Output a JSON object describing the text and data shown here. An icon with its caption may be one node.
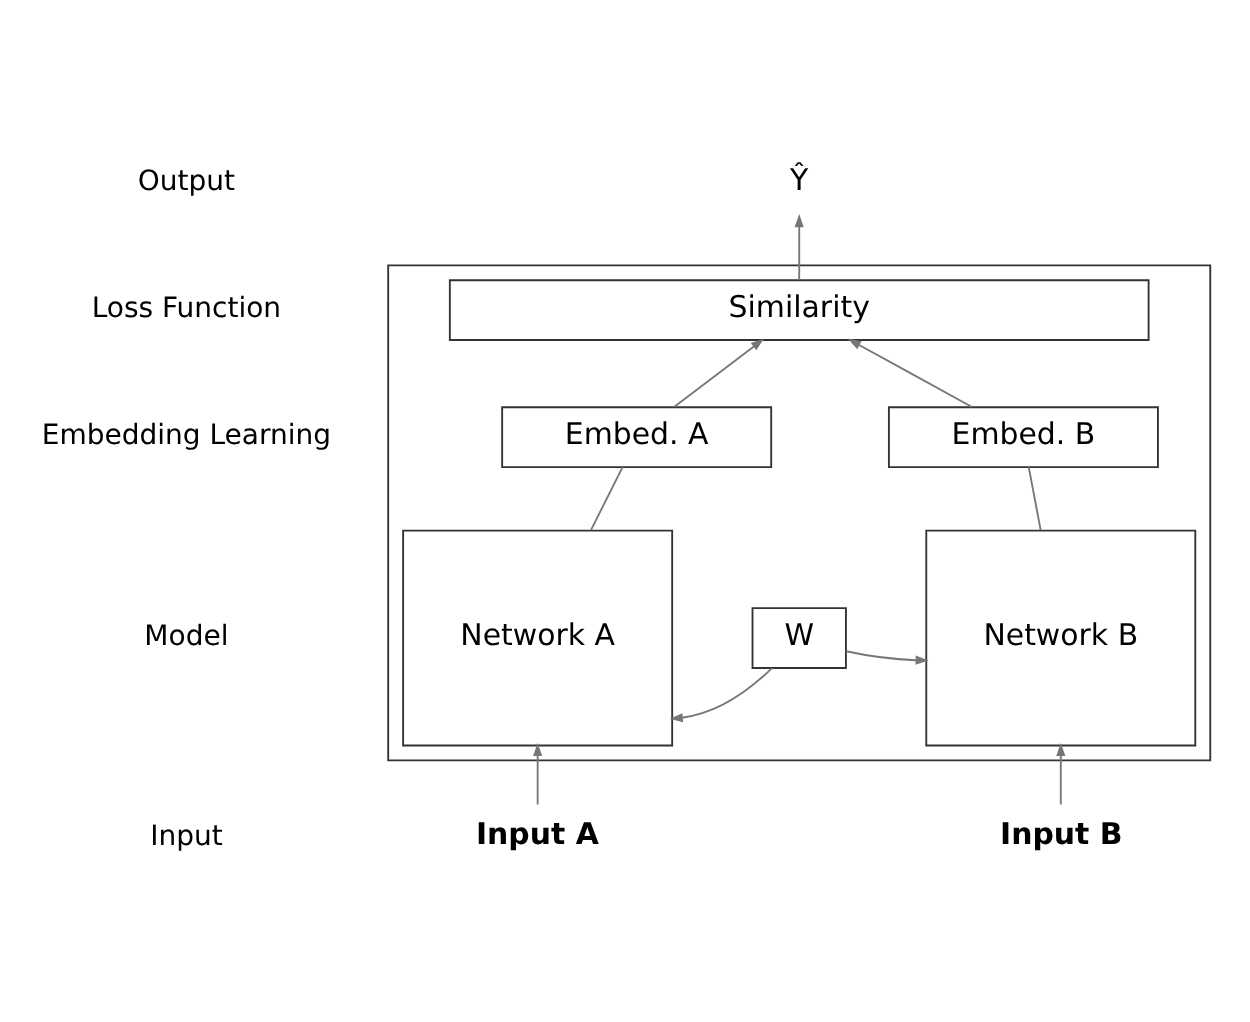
{
  "diagram": {
    "nodes": [
      {
        "text": [],
        "shape": "box"
      },
      {
        "text": [
          "Similarity"
        ],
        "in": 0
      },
      {
        "text": [
          "Embed. A"
        ],
        "in": 0
      },
      {
        "text": [
          "Embed. B"
        ],
        "in": 0
      },
      {
        "text": [
          "Network A"
        ],
        "in": 0
      },
      {
        "text": [
          "W"
        ],
        "in": 0
      },
      {
        "text": [
          "Network B"
        ],
        "in": 0
      },
      {
        "text": [
          "Ŷ"
        ]
      },
      {
        "text": [
          "Input A"
        ]
      },
      {
        "text": [
          "Input B"
        ]
      }
    ],
    "edges": [
      {
        "from": 1,
        "to": 7,
        "arrow": "to"
      },
      {
        "from": 2,
        "to": 1,
        "arrow": "to"
      },
      {
        "from": 3,
        "to": 1,
        "arrow": "to"
      },
      {
        "from": 4,
        "to": 2,
        "arrow": "none"
      },
      {
        "from": 6,
        "to": 3,
        "arrow": "none"
      },
      {
        "from": 5,
        "to": 4,
        "arrow": "to"
      },
      {
        "from": 5,
        "to": 6,
        "arrow": "to"
      },
      {
        "from": 8,
        "to": 4,
        "arrow": "to"
      },
      {
        "from": 9,
        "to": 6,
        "arrow": "to"
      }
    ],
    "labels": [
      "Output",
      "Loss Function",
      "Embedding Learning",
      "Model",
      "Input"
    ]
  }
}
